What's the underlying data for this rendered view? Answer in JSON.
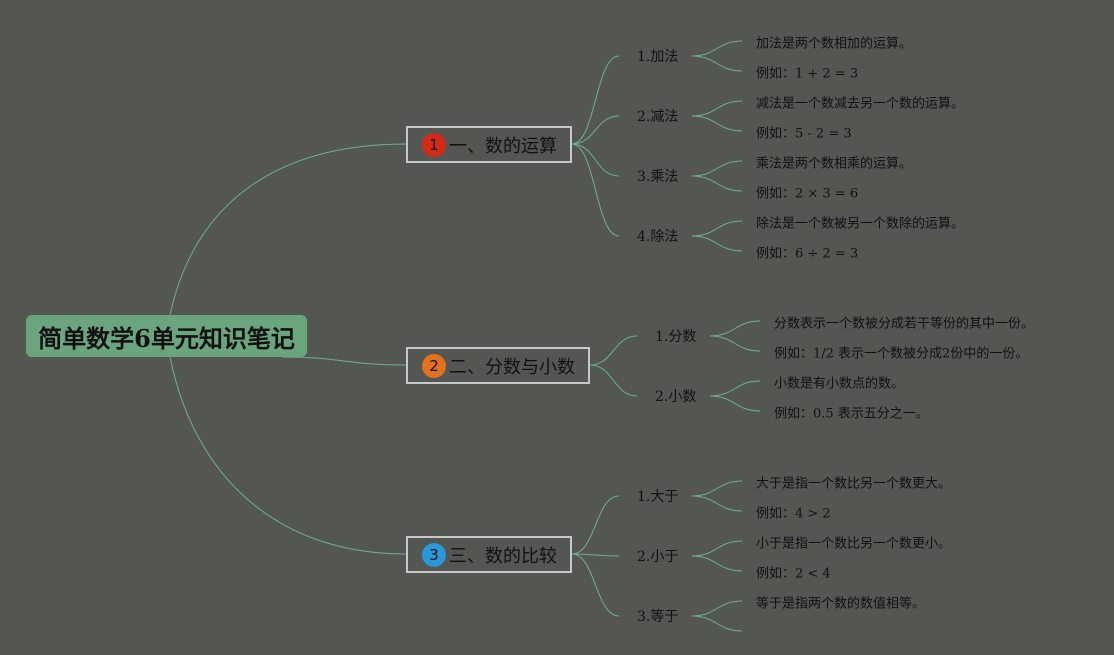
{
  "root": {
    "title": "简单数学6单元知识笔记"
  },
  "sections": [
    {
      "badge": "1",
      "badge_color": "#d42a18",
      "title": "一、数的运算",
      "items": [
        {
          "label": "1.加法",
          "details": [
            "加法是两个数相加的运算。",
            "例如：1 + 2 = 3"
          ]
        },
        {
          "label": "2.减法",
          "details": [
            "减法是一个数减去另一个数的运算。",
            "例如：5 - 2 = 3"
          ]
        },
        {
          "label": "3.乘法",
          "details": [
            "乘法是两个数相乘的运算。",
            "例如：2 × 3 = 6"
          ]
        },
        {
          "label": "4.除法",
          "details": [
            "除法是一个数被另一个数除的运算。",
            "例如：6 ÷ 2 = 3"
          ]
        }
      ]
    },
    {
      "badge": "2",
      "badge_color": "#e2701c",
      "title": "二、分数与小数",
      "items": [
        {
          "label": "1.分数",
          "details": [
            "分数表示一个数被分成若干等份的其中一份。",
            "例如：1/2 表示一个数被分成2份中的一份。"
          ]
        },
        {
          "label": "2.小数",
          "details": [
            "小数是有小数点的数。",
            "例如：0.5 表示五分之一。"
          ]
        }
      ]
    },
    {
      "badge": "3",
      "badge_color": "#2a97d8",
      "title": "三、数的比较",
      "items": [
        {
          "label": "1.大于",
          "details": [
            "大于是指一个数比另一个数更大。",
            "例如：4 > 2"
          ]
        },
        {
          "label": "2.小于",
          "details": [
            "小于是指一个数比另一个数更小。",
            "例如：2 < 4"
          ]
        },
        {
          "label": "3.等于",
          "details": [
            "等于是指两个数的数值相等。",
            ""
          ]
        }
      ]
    }
  ],
  "colors": {
    "background": "#545652",
    "root_fill": "#6ba57e",
    "link": "#6fb08e",
    "section_border": "#c8c8c8"
  }
}
